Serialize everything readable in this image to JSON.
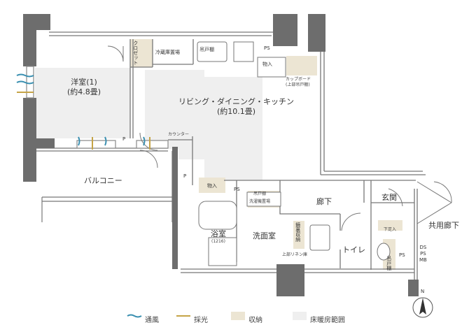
{
  "rooms": {
    "western_room_name": "洋室(1)",
    "western_room_size": "(約4.8畳)",
    "ldk_name": "リビング・ダイニング・キッチン",
    "ldk_size": "(約10.1畳)",
    "balcony": "バルコニー",
    "hallway": "廊下",
    "entrance": "玄関",
    "toilet": "トイレ",
    "bathroom": "浴室",
    "bathroom_size": "(1216)",
    "washroom": "洗面室",
    "common_corridor": "共用廊下"
  },
  "fixtures": {
    "closet": "クロゼット",
    "fridge_space": "冷蔵庫置場",
    "hanging_cabinet_kitchen": "吊戸棚",
    "ps_top": "PS",
    "storage_top": "物入",
    "cupboard": "カップボード",
    "cupboard_note": "(上部吊戸棚)",
    "counter": "カウンター",
    "p_left": "P",
    "p_mid": "P",
    "storage_mid": "物入",
    "ps_mid": "PS",
    "hanging_cabinet_wash": "吊戸棚",
    "washer_space": "洗濯機置場",
    "mirror_storage": "鏡裏収納",
    "linen_shelf": "上部リネン庫",
    "shoe_storage": "下足入",
    "hanging_cabinet_toilet": "吊戸棚",
    "ps_right": "PS",
    "ds_ps_mb": [
      "DS",
      "PS",
      "MB"
    ]
  },
  "legend": {
    "ventilation": "通風",
    "daylight": "採光",
    "storage": "収納",
    "floor_heating": "床暖房範囲"
  },
  "colors": {
    "floor_heating": "#efefef",
    "storage": "#ece5d3",
    "wall": "#6d6d6d",
    "ventilation": "#3a8fb0",
    "daylight": "#c5a447"
  },
  "compass": "N"
}
